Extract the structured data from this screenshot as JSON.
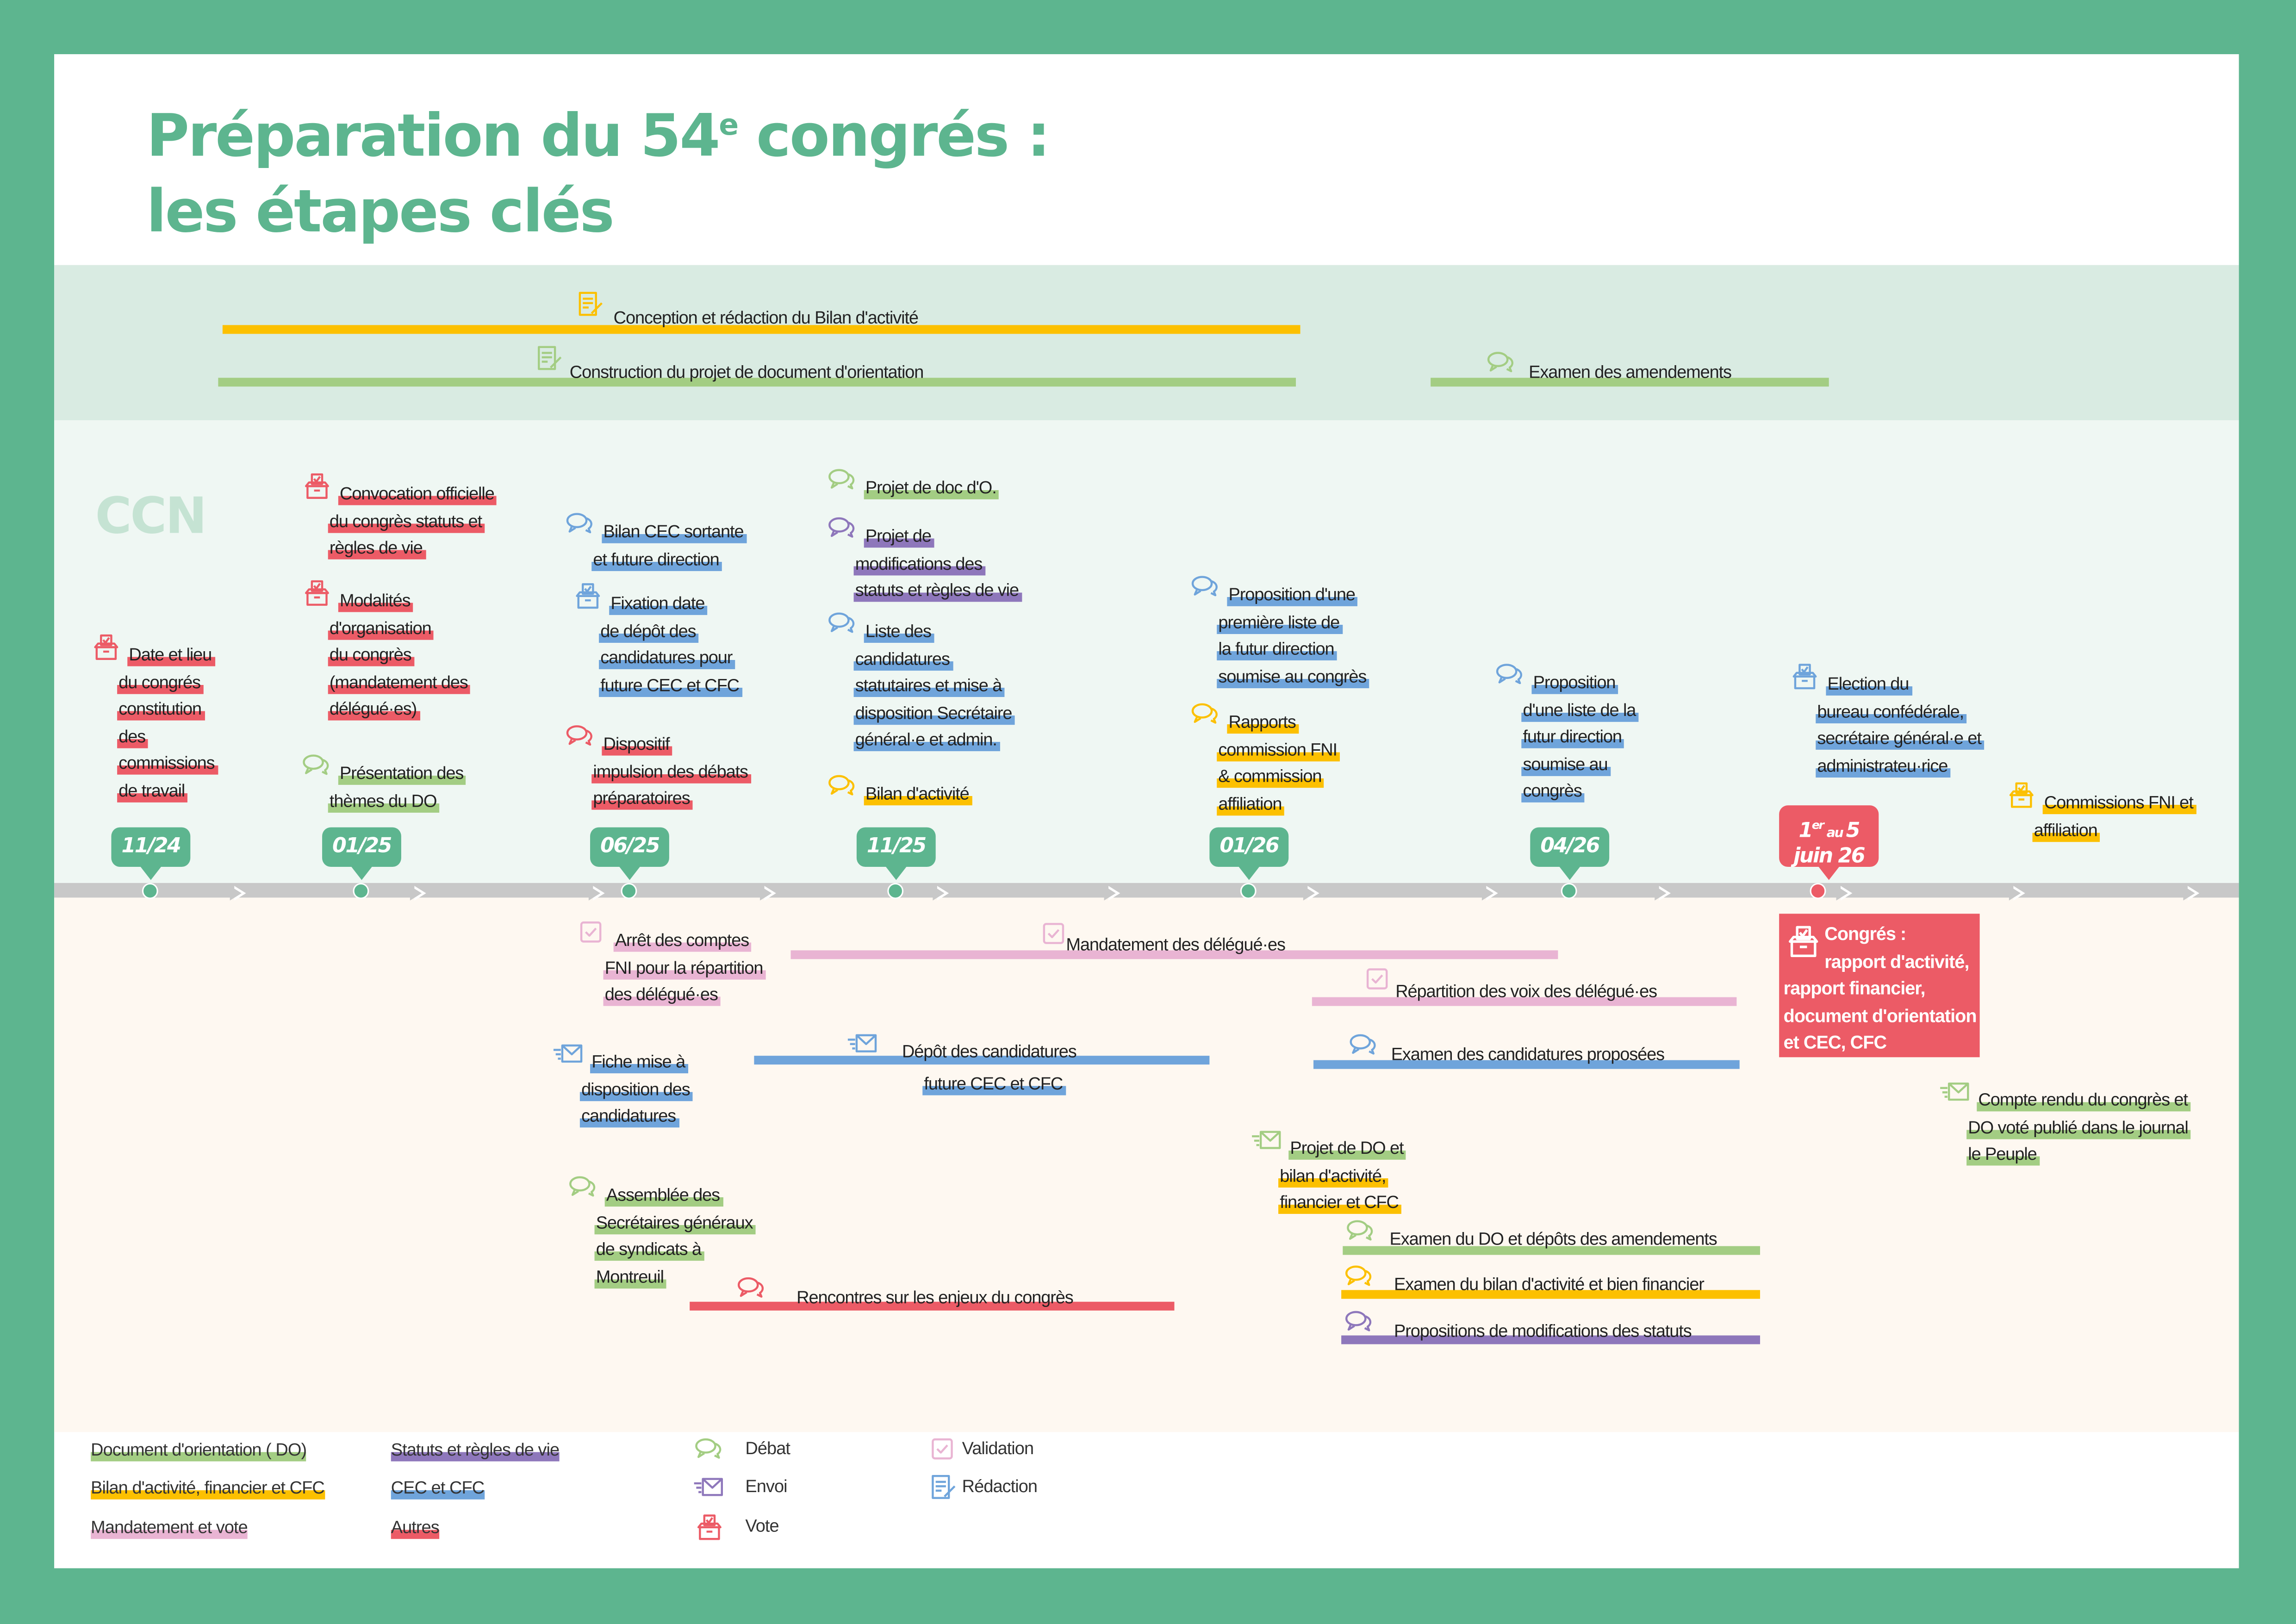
{
  "title": {
    "line1_pre": "Préparation du 54",
    "line1_sup": "e",
    "line1_post": " congrés :",
    "line2": "les étapes clés"
  },
  "ccn_label": "CCN",
  "colors": {
    "frame": "#5db58f",
    "top_band": "#d9ebe2",
    "mid_band": "#eff7f3",
    "bottom_band": "#fef8f1",
    "timeline": "#c8c8c8",
    "date_marker": "#5db58f",
    "congress_marker": "#ec5b66"
  },
  "categories": {
    "do": {
      "label": "Document d'orientation ( DO)",
      "color": "#a3cd83"
    },
    "bilan": {
      "label": "Bilan d'activité, financier et CFC",
      "color": "#fcc000"
    },
    "mandat": {
      "label": "Mandatement et vote",
      "color": "#e9b4d3"
    },
    "statuts": {
      "label": "Statuts et règles de vie",
      "color": "#8e77bb"
    },
    "cec": {
      "label": "CEC et CFC",
      "color": "#6fa4db"
    },
    "autres": {
      "label": "Autres",
      "color": "#ec5b66"
    }
  },
  "icon_legend": [
    {
      "icon": "debat",
      "label": "Débat"
    },
    {
      "icon": "envoi",
      "label": "Envoi"
    },
    {
      "icon": "vote",
      "label": "Vote"
    },
    {
      "icon": "validation",
      "label": "Validation"
    },
    {
      "icon": "redaction",
      "label": "Rédaction"
    }
  ],
  "dates": [
    "11/24",
    "01/25",
    "06/25",
    "11/25",
    "01/26",
    "04/26"
  ],
  "congress_date": {
    "day_start": "1",
    "sup": "er",
    "au": "au",
    "day_end": "5",
    "month": "juin 26"
  },
  "long_tasks": [
    {
      "label": "Conception et rédaction du Bilan d'activité",
      "icon": "redaction",
      "cat": "bilan"
    },
    {
      "label": "Construction du projet de document d'orientation",
      "icon": "redaction",
      "cat": "do"
    },
    {
      "label": "Examen des amendements",
      "icon": "debat",
      "cat": "do"
    },
    {
      "label": "Mandatement des délégué·es",
      "icon": "validation",
      "cat": "mandat"
    },
    {
      "label": "Répartition des voix des délégué·es",
      "icon": "validation",
      "cat": "mandat"
    },
    {
      "label": "Dépôt des candidatures",
      "icon": "envoi",
      "cat": "cec",
      "sub": "future CEC et CFC"
    },
    {
      "label": "Examen des candidatures proposées",
      "icon": "debat",
      "cat": "cec"
    },
    {
      "label": "Rencontres sur les enjeux du congrès",
      "icon": "debat",
      "cat": "autres"
    },
    {
      "label": "Examen du DO et dépôts des amendements",
      "icon": "debat",
      "cat": "do"
    },
    {
      "label": "Examen du bilan d'activité et bien financier",
      "icon": "debat",
      "cat": "bilan"
    },
    {
      "label": "Propositions de modifications des statuts",
      "icon": "debat",
      "cat": "statuts"
    }
  ],
  "events": [
    {
      "icon": "vote",
      "cat": "autres",
      "lines": [
        "Date et lieu",
        "du congrés",
        "constitution",
        "des",
        "commissions",
        "de travail"
      ]
    },
    {
      "icon": "vote",
      "cat": "autres",
      "lines": [
        "Convocation officielle",
        "du congrès statuts et",
        "règles de vie"
      ]
    },
    {
      "icon": "vote",
      "cat": "autres",
      "lines": [
        "Modalités",
        "d'organisation",
        "du congrès",
        "(mandatement des",
        "délégué·es)"
      ]
    },
    {
      "icon": "debat",
      "cat": "do",
      "lines": [
        "Présentation des",
        "thèmes du DO"
      ]
    },
    {
      "icon": "debat",
      "cat": "cec",
      "lines": [
        "Bilan CEC sortante",
        "et future direction"
      ]
    },
    {
      "icon": "vote",
      "cat": "cec",
      "lines": [
        "Fixation date",
        "de dépôt des",
        "candidatures pour",
        "future CEC et CFC"
      ]
    },
    {
      "icon": "debat",
      "cat": "autres",
      "lines": [
        "Dispositif",
        "impulsion des débats",
        "préparatoires"
      ]
    },
    {
      "icon": "debat",
      "cat": "do",
      "lines": [
        "Projet de doc d'O."
      ]
    },
    {
      "icon": "debat",
      "cat": "statuts",
      "lines": [
        "Projet de",
        "modifications des",
        "statuts et règles de vie"
      ]
    },
    {
      "icon": "debat",
      "cat": "cec",
      "lines": [
        "Liste des",
        "candidatures",
        "statutaires et mise à",
        "disposition Secrétaire",
        "général·e et admin."
      ]
    },
    {
      "icon": "debat",
      "cat": "bilan",
      "lines": [
        "Bilan d'activité"
      ]
    },
    {
      "icon": "debat",
      "cat": "cec",
      "lines": [
        "Proposition d'une",
        "première liste de",
        "la futur direction",
        "soumise au congrès"
      ]
    },
    {
      "icon": "debat",
      "cat": "bilan",
      "lines": [
        "Rapports",
        "commission FNI",
        "& commission",
        "affiliation"
      ]
    },
    {
      "icon": "debat",
      "cat": "cec",
      "lines": [
        "Proposition",
        "d'une liste de la",
        "futur direction",
        "soumise au",
        "congrès"
      ]
    },
    {
      "icon": "vote",
      "cat": "cec",
      "lines": [
        "Election du",
        "bureau confédérale,",
        "secrétaire général·e et",
        "administrateu·rice"
      ]
    },
    {
      "icon": "vote",
      "cat": "bilan",
      "lines": [
        "Commissions  FNI et",
        "affiliation"
      ]
    },
    {
      "icon": "validation",
      "cat": "mandat",
      "lines": [
        "Arrêt des comptes",
        "FNI pour la répartition",
        "des délégué·es"
      ]
    },
    {
      "icon": "envoi",
      "cat": "cec",
      "lines": [
        "Fiche mise à",
        "disposition des",
        "candidatures"
      ]
    },
    {
      "icon": "envoi",
      "cat": "do",
      "line_cats": [
        "do",
        "bilan",
        "bilan"
      ],
      "lines": [
        "Projet de DO  et",
        "bilan d'activité,",
        "financier et CFC"
      ]
    },
    {
      "icon": "debat",
      "cat": "do",
      "lines": [
        "Assemblée des",
        "Secrétaires généraux",
        "de syndicats à",
        "Montreuil"
      ]
    },
    {
      "icon": "envoi",
      "cat": "do",
      "lines": [
        "Compte rendu du congrès et",
        "DO voté publié dans le journal",
        "le Peuple"
      ]
    }
  ],
  "congress_box": {
    "lines": [
      "Congrés :",
      "rapport d'activité,",
      "rapport financier,",
      "document d'orientation",
      "et CEC, CFC"
    ]
  }
}
